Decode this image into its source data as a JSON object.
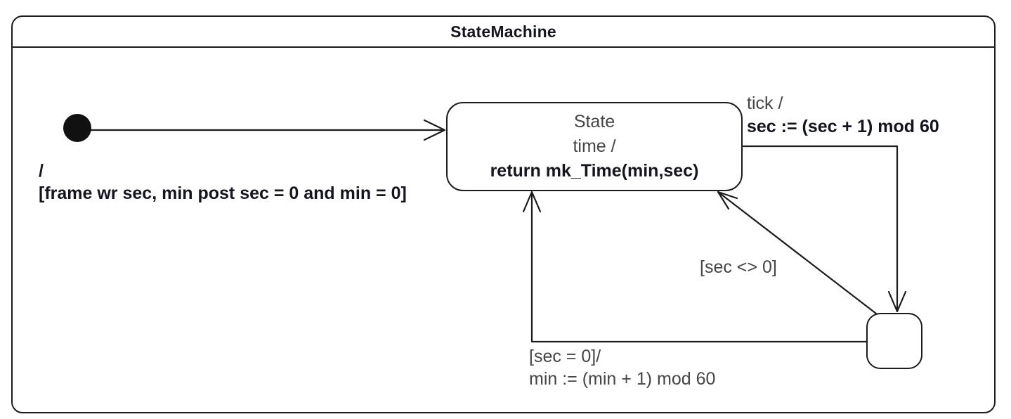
{
  "frame": {
    "title": "StateMachine"
  },
  "colors": {
    "stroke": "#1c1c1c",
    "text": "#454545",
    "text_strong": "#15151e",
    "background": "#ffffff",
    "initial_node_fill": "#111111"
  },
  "initial_transition": {
    "effect": "/",
    "guard": "[frame wr sec, min post sec = 0 and min = 0]"
  },
  "states": {
    "main": {
      "name": "State",
      "operation": "time /",
      "action": "return mk_Time(min,sec)"
    },
    "intermediate": {
      "name": ""
    }
  },
  "transitions": {
    "tick": {
      "event": "tick /",
      "action": "sec := (sec + 1) mod 60"
    },
    "sec_nonzero": {
      "guard": "[sec <> 0]"
    },
    "sec_zero": {
      "guard": "[sec = 0]/",
      "action": "min := (min + 1) mod 60"
    }
  }
}
